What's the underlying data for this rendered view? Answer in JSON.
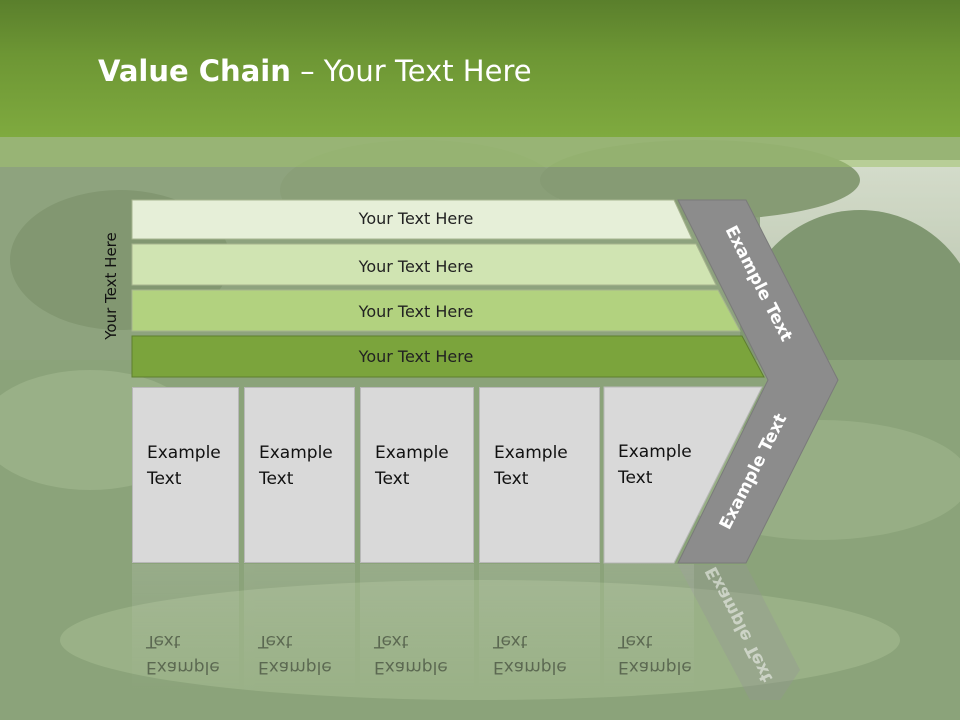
{
  "title": {
    "bold": "Value Chain",
    "rest": " – Your Text Here"
  },
  "side_label": "Your Text Here",
  "bars": [
    {
      "label": "Your Text Here",
      "color": "#e6efd8"
    },
    {
      "label": "Your Text Here",
      "color": "#d0e4b2"
    },
    {
      "label": "Your Text Here",
      "color": "#b2d27f"
    },
    {
      "label": "Your Text Here",
      "color": "#7ba43c"
    }
  ],
  "boxes": [
    {
      "line1": "Example",
      "line2": "Text"
    },
    {
      "line1": "Example",
      "line2": "Text"
    },
    {
      "line1": "Example",
      "line2": "Text"
    },
    {
      "line1": "Example",
      "line2": "Text"
    },
    {
      "line1": "Example",
      "line2": "Text"
    }
  ],
  "chevron": {
    "upper": "Example Text",
    "lower": "Example Text",
    "color": "#8c8c8c"
  },
  "colors": {
    "header": "#6d9634",
    "box": "#d9d9d9"
  }
}
